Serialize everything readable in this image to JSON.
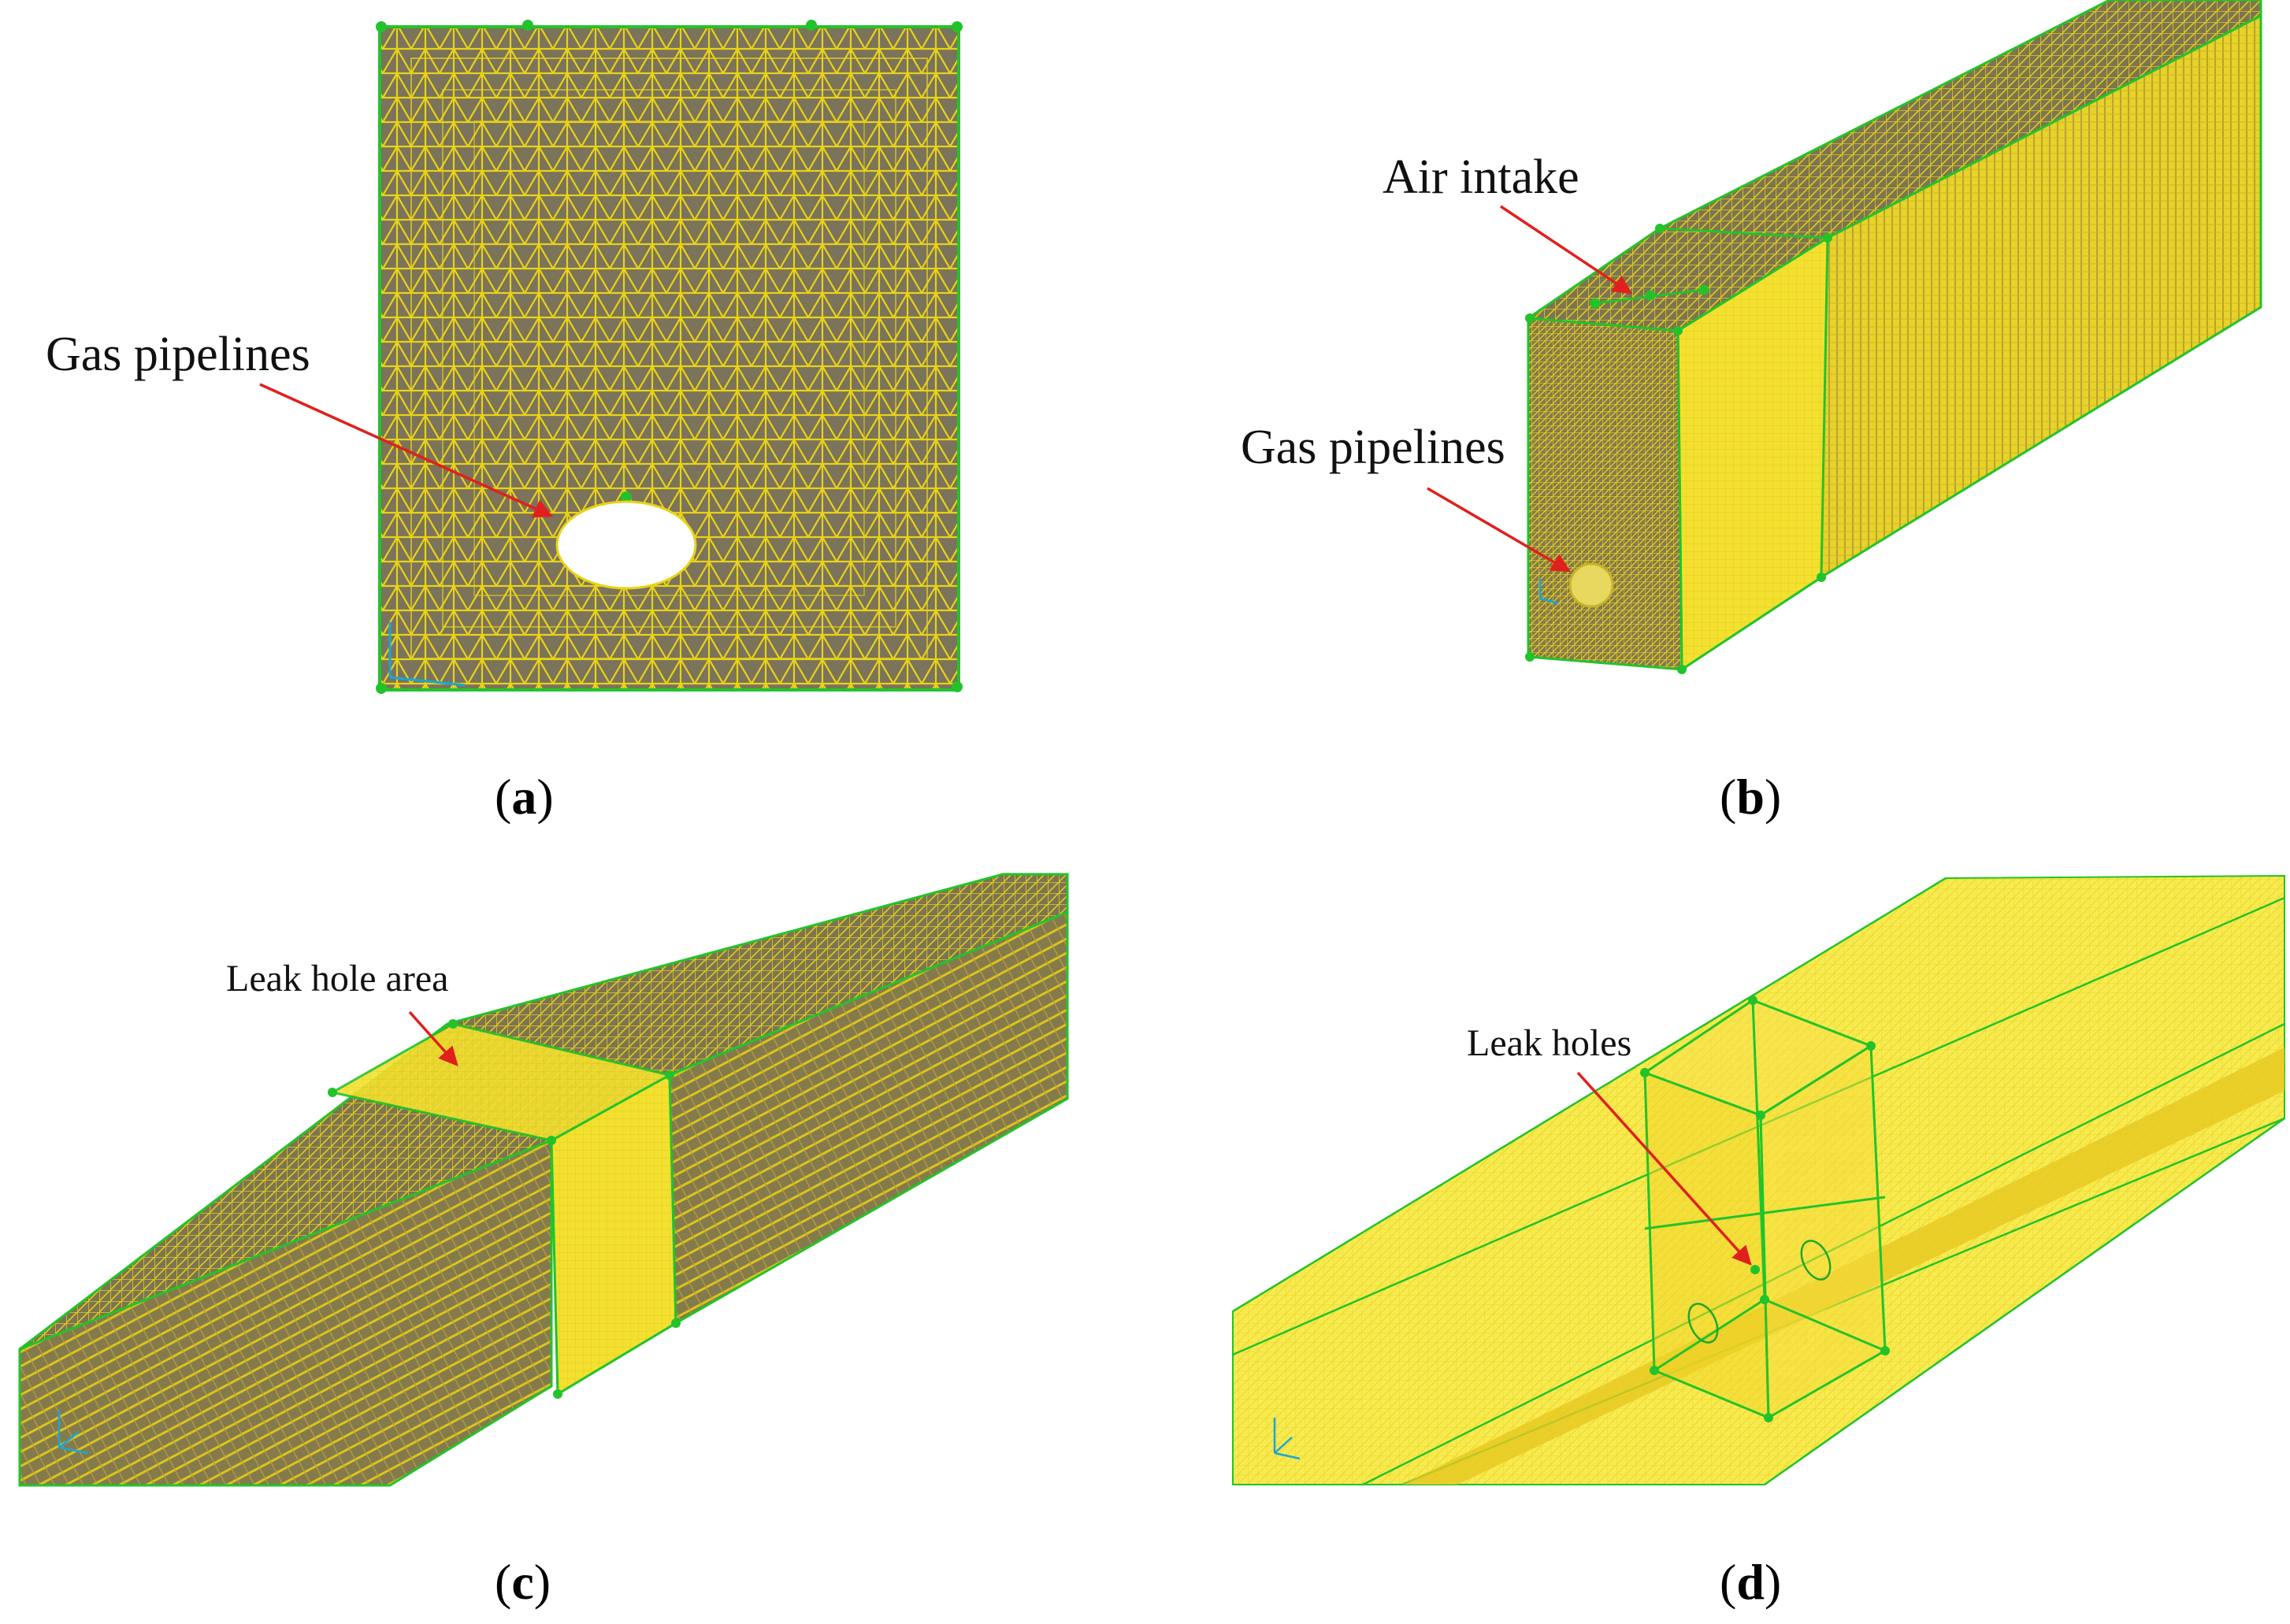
{
  "colors": {
    "mesh_line": "#e8d317",
    "mesh_fill_dark": "#7b735a",
    "mesh_fill_light": "#f2e23a",
    "edge_green": "#22c32a",
    "arrow_red": "#e0201c",
    "background": "#ffffff"
  },
  "panels": {
    "a": {
      "label_open": "(",
      "label_letter": "a",
      "label_close": ")",
      "annotations": {
        "gas_pipelines": "Gas pipelines"
      }
    },
    "b": {
      "label_open": "(",
      "label_letter": "b",
      "label_close": ")",
      "annotations": {
        "air_intake": "Air intake",
        "gas_pipelines": "Gas pipelines"
      }
    },
    "c": {
      "label_open": "(",
      "label_letter": "c",
      "label_close": ")",
      "annotations": {
        "leak_hole_area": "Leak hole area"
      }
    },
    "d": {
      "label_open": "(",
      "label_letter": "d",
      "label_close": ")",
      "annotations": {
        "leak_holes": "Leak holes"
      }
    }
  }
}
